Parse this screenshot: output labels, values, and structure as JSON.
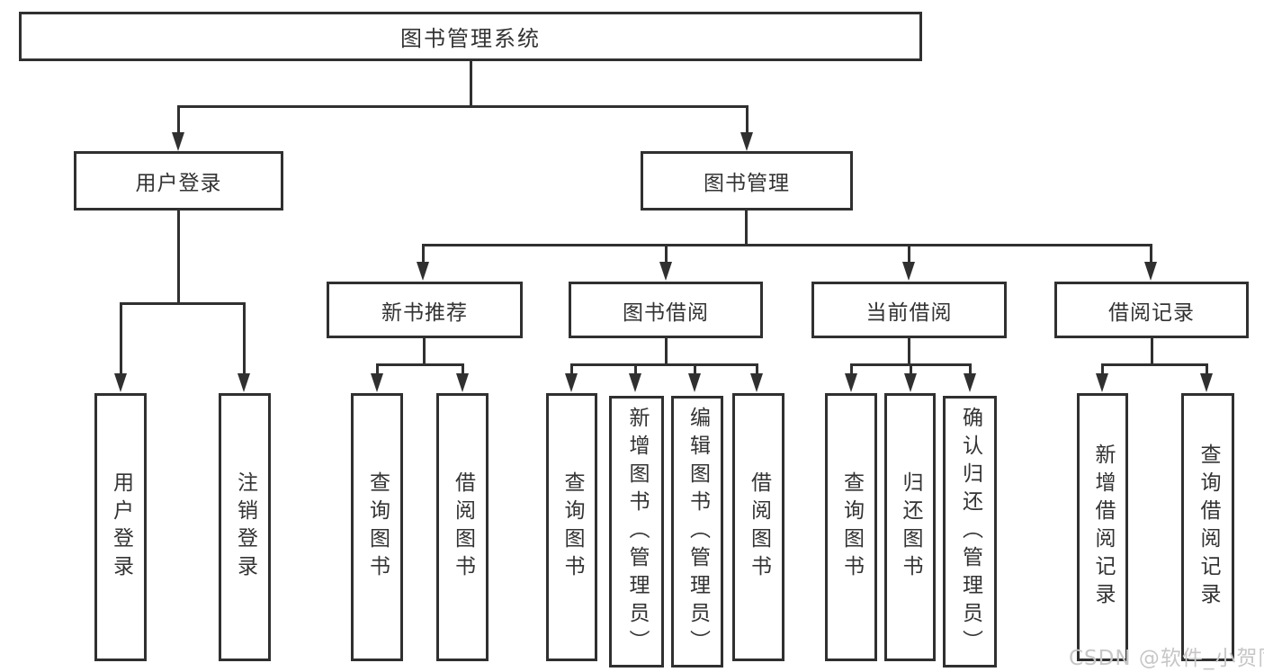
{
  "colors": {
    "line": "#303030",
    "text": "#333333",
    "watermark": "#c8c6c6",
    "background": "#ffffff"
  },
  "tree": {
    "label": "图书管理系统",
    "children": [
      {
        "label": "用户登录",
        "children": [
          {
            "label": "用户登录"
          },
          {
            "label": "注销登录"
          }
        ]
      },
      {
        "label": "图书管理",
        "children": [
          {
            "label": "新书推荐",
            "children": [
              {
                "label": "查询图书"
              },
              {
                "label": "借阅图书"
              }
            ]
          },
          {
            "label": "图书借阅",
            "children": [
              {
                "label": "查询图书"
              },
              {
                "label": "新增图书（管理员）"
              },
              {
                "label": "编辑图书（管理员）"
              },
              {
                "label": "借阅图书"
              }
            ]
          },
          {
            "label": "当前借阅",
            "children": [
              {
                "label": "查询图书"
              },
              {
                "label": "归还图书"
              },
              {
                "label": "确认归还（管理员）"
              }
            ]
          },
          {
            "label": "借阅记录",
            "children": [
              {
                "label": "新增借阅记录"
              },
              {
                "label": "查询借阅记录"
              }
            ]
          }
        ]
      }
    ]
  },
  "watermark": "CSDN @软件_小贺同学"
}
